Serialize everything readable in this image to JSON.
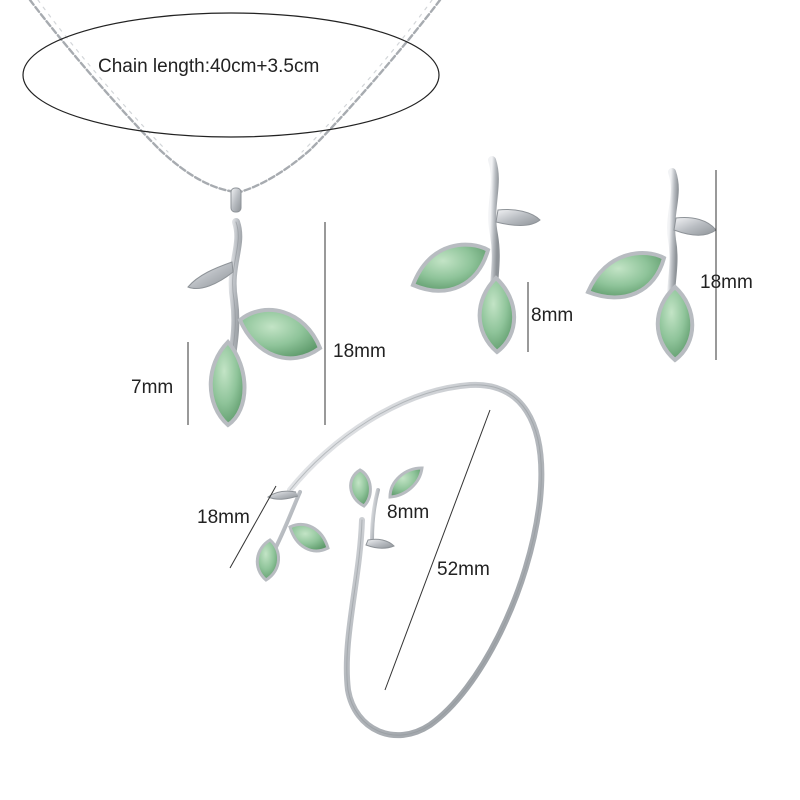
{
  "labels": {
    "chain_length": "Chain length:40cm+3.5cm",
    "pendant_height": "18mm",
    "pendant_leaf": "7mm",
    "earring_leaf": "8mm",
    "earring_height": "18mm",
    "ring_sprig": "18mm",
    "ring_leaf": "8mm",
    "ring_diameter": "52mm"
  },
  "items": [
    "necklace",
    "stud-earrings",
    "open-cuff-ring"
  ],
  "colors": {
    "background": "#ffffff",
    "silver": "#c9ccd0",
    "silver_dark": "#8e9398",
    "stone_green": "#8fc49a",
    "stone_green_dark": "#5e9a6b",
    "measure_line": "#333333"
  }
}
